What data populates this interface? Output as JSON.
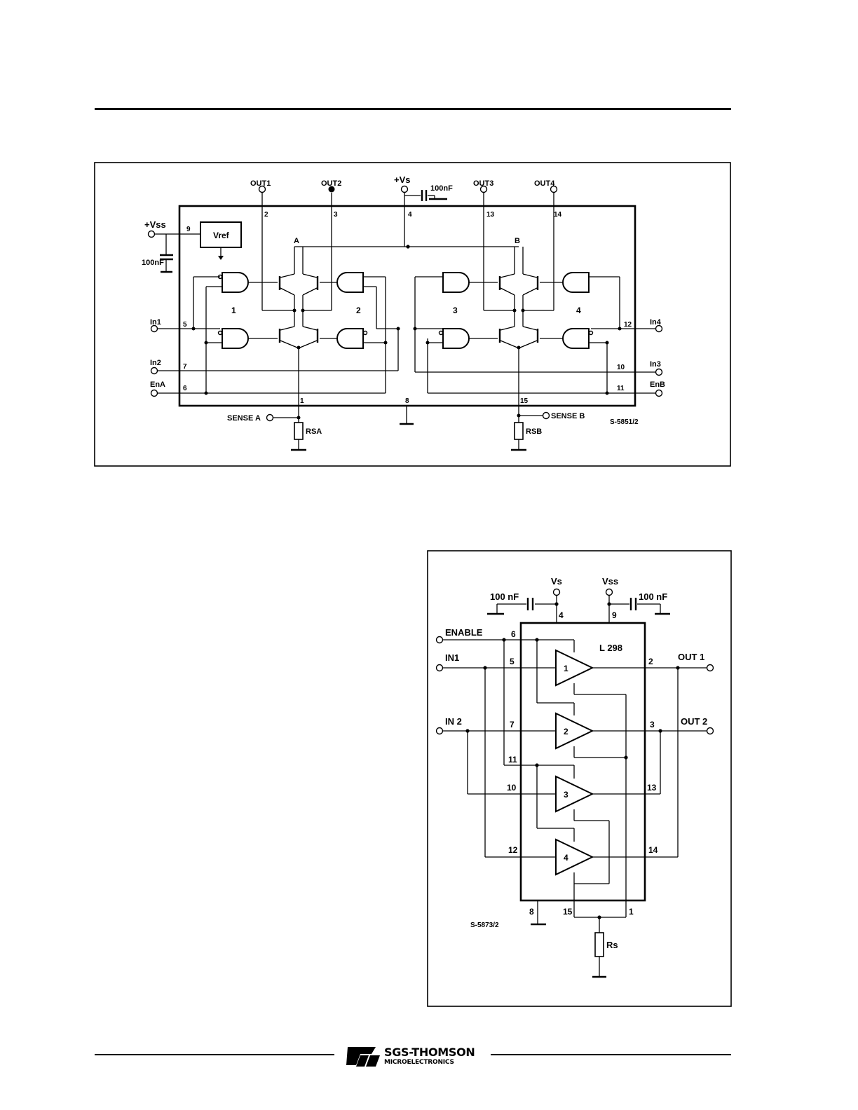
{
  "diagram1": {
    "ref": "S-5851/2",
    "labels": {
      "out1": "OUT1",
      "out2": "OUT2",
      "vs": "+Vs",
      "cap": "100nF",
      "out3": "OUT3",
      "out4": "OUT4",
      "vss": "+Vss",
      "vss_cap": "100nF",
      "vref": "Vref",
      "node_a": "A",
      "node_b": "B",
      "in1": "In1",
      "in2": "In2",
      "ena": "EnA",
      "in3": "In3",
      "in4": "In4",
      "enb": "EnB",
      "sense_a": "SENSE A",
      "sense_b": "SENSE B",
      "rsa": "RSA",
      "rsb": "RSB"
    },
    "blocks": [
      "1",
      "2",
      "3",
      "4"
    ],
    "pins": {
      "p2": "2",
      "p3": "3",
      "p4": "4",
      "p13": "13",
      "p14": "14",
      "p9": "9",
      "p5": "5",
      "p7": "7",
      "p6": "6",
      "p12": "12",
      "p10": "10",
      "p11": "11",
      "p1": "1",
      "p8": "8",
      "p15": "15"
    }
  },
  "diagram2": {
    "ref": "S-5873/2",
    "chip": "L 298",
    "labels": {
      "vs": "Vs",
      "vss": "Vss",
      "cap_left": "100 nF",
      "cap_right": "100 nF",
      "enable": "ENABLE",
      "in1": "IN1",
      "in2": "IN 2",
      "out1": "OUT 1",
      "out2": "OUT 2",
      "rs": "Rs"
    },
    "amps": [
      "1",
      "2",
      "3",
      "4"
    ],
    "pins": {
      "p4": "4",
      "p9": "9",
      "p6": "6",
      "p5": "5",
      "p7": "7",
      "p11": "11",
      "p10": "10",
      "p12": "12",
      "p2": "2",
      "p3": "3",
      "p13": "13",
      "p14": "14",
      "p8": "8",
      "p15": "15",
      "p1": "1"
    }
  },
  "footer": {
    "logo_mark": "ST",
    "company": "SGS-THOMSON",
    "division": "MICROELECTRONICS"
  }
}
